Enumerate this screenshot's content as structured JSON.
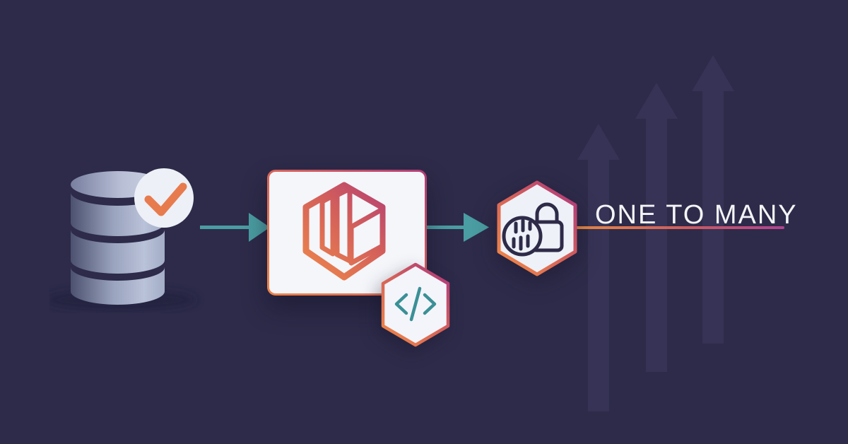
{
  "scene": {
    "background_color": "#2d2b49",
    "label": {
      "text": "ONE TO MANY",
      "color": "#f3f4f8",
      "underline_gradient": [
        "#e98a42",
        "#b04391"
      ]
    },
    "palette": {
      "teal_connector": "#4a9da2",
      "orange": "#ef8449",
      "magenta": "#b23d79",
      "navy_icon": "#2d2b48",
      "panel_fill": "#f4f6fa",
      "background_arrow": "#363356",
      "check_orange": "#e77b4e"
    },
    "nodes": {
      "database": {
        "icon": "database-cylinder-icon",
        "badge_icon": "checkmark-icon"
      },
      "container": {
        "icon": "container-cube-icon",
        "badge_icon": "code-icon",
        "code_glyph": "</>"
      },
      "lock": {
        "icon": "encrypted-padlock-icon"
      }
    },
    "connectors": [
      {
        "id": "db-to-container",
        "icon": "arrow-right-icon"
      },
      {
        "id": "container-to-lock",
        "icon": "arrow-right-icon"
      }
    ],
    "background_arrows": {
      "icon": "up-trend-arrows",
      "count": 3,
      "direction": "up"
    }
  }
}
